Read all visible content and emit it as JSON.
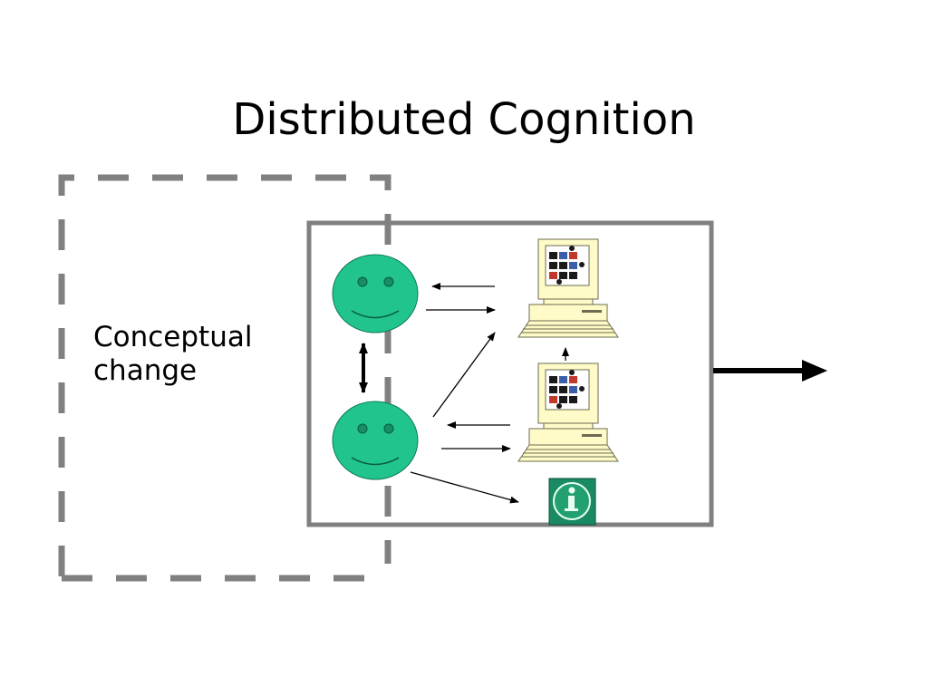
{
  "slide": {
    "title": "Distributed Cognition",
    "concept_label_line1": "Conceptual",
    "concept_label_line2": "change"
  },
  "colors": {
    "frame_gray": "#808080",
    "face_green": "#21c48c",
    "computer_cream": "#fffbc8",
    "info_green": "#1a8a62"
  },
  "icons": [
    "smiley-face-icon",
    "computer-icon",
    "info-icon",
    "arrow-icon"
  ]
}
